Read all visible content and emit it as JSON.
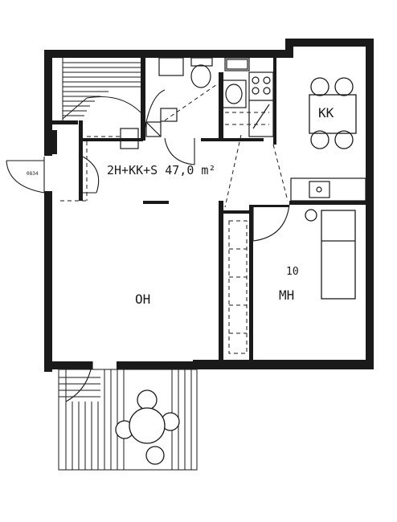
{
  "plan": {
    "summary": "2H+KK+S  47,0 m²",
    "rooms": {
      "kitchen": "KK",
      "living_room": "OH",
      "bedroom": "MH",
      "bedroom_area": "10"
    },
    "door_code": "0834"
  },
  "colors": {
    "ink": "#1a1a1a",
    "paper": "#ffffff"
  }
}
